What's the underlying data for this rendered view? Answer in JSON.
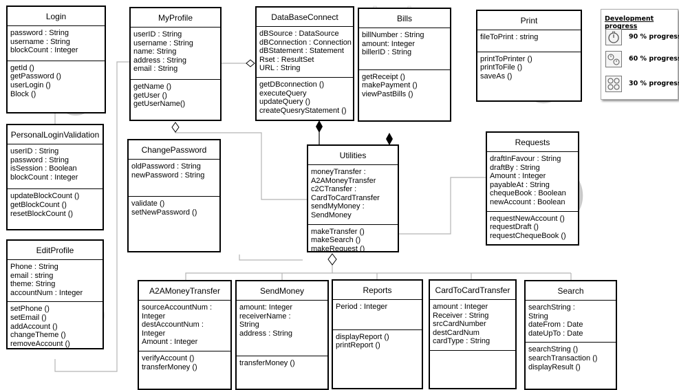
{
  "legend": {
    "title": "Development progress",
    "items": [
      {
        "label": "90 % progress",
        "icon": "single-stopwatch-icon"
      },
      {
        "label": "60 % progress",
        "icon": "double-stopwatch-icon"
      },
      {
        "label": "30 % progress",
        "icon": "quad-stopwatch-icon"
      }
    ]
  },
  "classes": {
    "login": {
      "name": "Login",
      "attributes": [
        "password : String",
        "username : String",
        "blockCount : Integer"
      ],
      "methods": [
        "getId ()",
        "getPassword ()",
        "userLogin ()",
        "Block ()"
      ]
    },
    "myprofile": {
      "name": "MyProfile",
      "attributes": [
        "userID : String",
        "username : String",
        "name: String",
        "address : String",
        "email : String"
      ],
      "methods": [
        "getName ()",
        "getUser ()",
        "getUserName()"
      ]
    },
    "databaseconnect": {
      "name": "DataBaseConnect",
      "attributes": [
        "dBSource : DataSource",
        "dBConnection : Connection",
        "dBStatement : Statement",
        "Rset : ResultSet",
        "URL : String"
      ],
      "methods": [
        "getDBconnection ()",
        "executeQuery",
        "updateQuery ()",
        "createQuesryStatement ()"
      ]
    },
    "bills": {
      "name": "Bills",
      "attributes": [
        "billNumber : String",
        "amount: Integer",
        "billerID : String"
      ],
      "methods": [
        "getReceipt ()",
        "makePayment ()",
        "viewPastBills ()"
      ]
    },
    "print": {
      "name": "Print",
      "attributes": [
        "fileToPrint : string"
      ],
      "methods": [
        "printToPrinter ()",
        "printToFile ()",
        "saveAs ()"
      ]
    },
    "personalloginvalidation": {
      "name": "PersonalLoginValidation",
      "attributes": [
        "userID : String",
        "password : String",
        "isSession : Boolean",
        "blockCount : Integer"
      ],
      "methods": [
        "updateBlockCount ()",
        "getBlockCount ()",
        "resetBlockCount ()"
      ]
    },
    "changepassword": {
      "name": "ChangePassword",
      "attributes": [
        "oldPassword : String",
        "newPassword : String"
      ],
      "methods": [
        "validate ()",
        "setNewPassword ()"
      ]
    },
    "utilities": {
      "name": "Utilities",
      "attributes": [
        "moneyTransfer :",
        "A2AMoneyTransfer",
        "c2CTransfer :",
        " CardToCardTransfer",
        "sendMyMoney :",
        "SendMoney"
      ],
      "methods": [
        "makeTransfer ()",
        "makeSearch ()",
        "makeRequest ()"
      ]
    },
    "requests": {
      "name": "Requests",
      "attributes": [
        "draftInFavour : String",
        "draftBy : String",
        "Amount : Integer",
        "payableAt : String",
        "chequeBook : Boolean",
        "newAccount : Boolean"
      ],
      "methods": [
        "requestNewAccount ()",
        "requestDraft ()",
        "requestChequeBook ()"
      ]
    },
    "editprofile": {
      "name": "EditProfile",
      "attributes": [
        "Phone : String",
        "email : string",
        "theme: String",
        "accountNum : Integer"
      ],
      "methods": [
        "setPhone ()",
        "setEmail ()",
        "addAccount ()",
        "changeTheme ()",
        "removeAccount ()"
      ]
    },
    "a2amoneytransfer": {
      "name": "A2AMoneyTransfer",
      "attributes": [
        "sourceAccountNum :",
        "Integer",
        "destAccountNum :",
        "Integer",
        "Amount : Integer"
      ],
      "methods": [
        "verifyAccount ()",
        "transferMoney ()"
      ]
    },
    "sendmoney": {
      "name": "SendMoney",
      "attributes": [
        "amount: Integer",
        "receiverName :",
        "String",
        "address : String"
      ],
      "methods": [
        "transferMoney ()"
      ]
    },
    "reports": {
      "name": "Reports",
      "attributes": [
        "Period : Integer"
      ],
      "methods": [
        "displayReport ()",
        "printReport ()"
      ]
    },
    "cardtocardtransfer": {
      "name": "CardToCardTransfer",
      "attributes": [
        "amount : Integer",
        "Receiver : String",
        "srcCardNumber",
        "destCardNum",
        "cardType : String"
      ],
      "methods": []
    },
    "search": {
      "name": "Search",
      "attributes": [
        "searchString :",
        "String",
        "dateFrom : Date",
        "dateUpTo : Date"
      ],
      "methods": [
        "searchString ()",
        "searchTransaction ()",
        "displayResult ()"
      ]
    }
  },
  "colors": {
    "line": "#000000",
    "connector": "#b3b3b3",
    "watermark": "#a6a6a6"
  }
}
